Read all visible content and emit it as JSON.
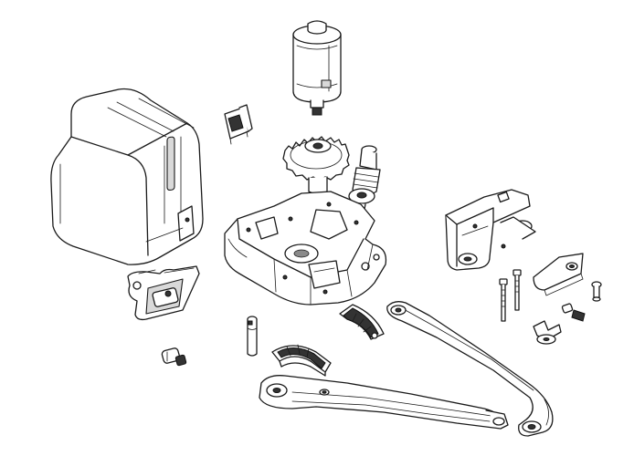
{
  "diagram": {
    "kind": "exploded-view line drawing",
    "parts": [
      {
        "name": "motor-cover",
        "icon": "cover-housing-icon"
      },
      {
        "name": "electric-motor",
        "icon": "motor-cylinder-icon"
      },
      {
        "name": "connector-clip",
        "icon": "connector-icon"
      },
      {
        "name": "main-gear",
        "icon": "gear-icon"
      },
      {
        "name": "worm-shaft",
        "icon": "worm-screw-icon"
      },
      {
        "name": "gearbox-base",
        "icon": "base-plate-icon"
      },
      {
        "name": "mounting-bracket",
        "icon": "bracket-icon"
      },
      {
        "name": "release-lock-panel",
        "icon": "lock-panel-icon"
      },
      {
        "name": "release-key",
        "icon": "key-icon"
      },
      {
        "name": "limit-cam-upper",
        "icon": "cam-sector-icon"
      },
      {
        "name": "limit-cam-lower",
        "icon": "cam-sector-icon"
      },
      {
        "name": "pivot-pin",
        "icon": "pin-icon"
      },
      {
        "name": "long-bolts",
        "icon": "bolt-icon"
      },
      {
        "name": "stop-plate",
        "icon": "plate-icon"
      },
      {
        "name": "curved-arm",
        "icon": "curved-arm-icon"
      },
      {
        "name": "straight-arm",
        "icon": "straight-arm-icon"
      },
      {
        "name": "small-screws",
        "icon": "screw-icon"
      },
      {
        "name": "wing-nut",
        "icon": "wing-nut-icon"
      }
    ]
  }
}
